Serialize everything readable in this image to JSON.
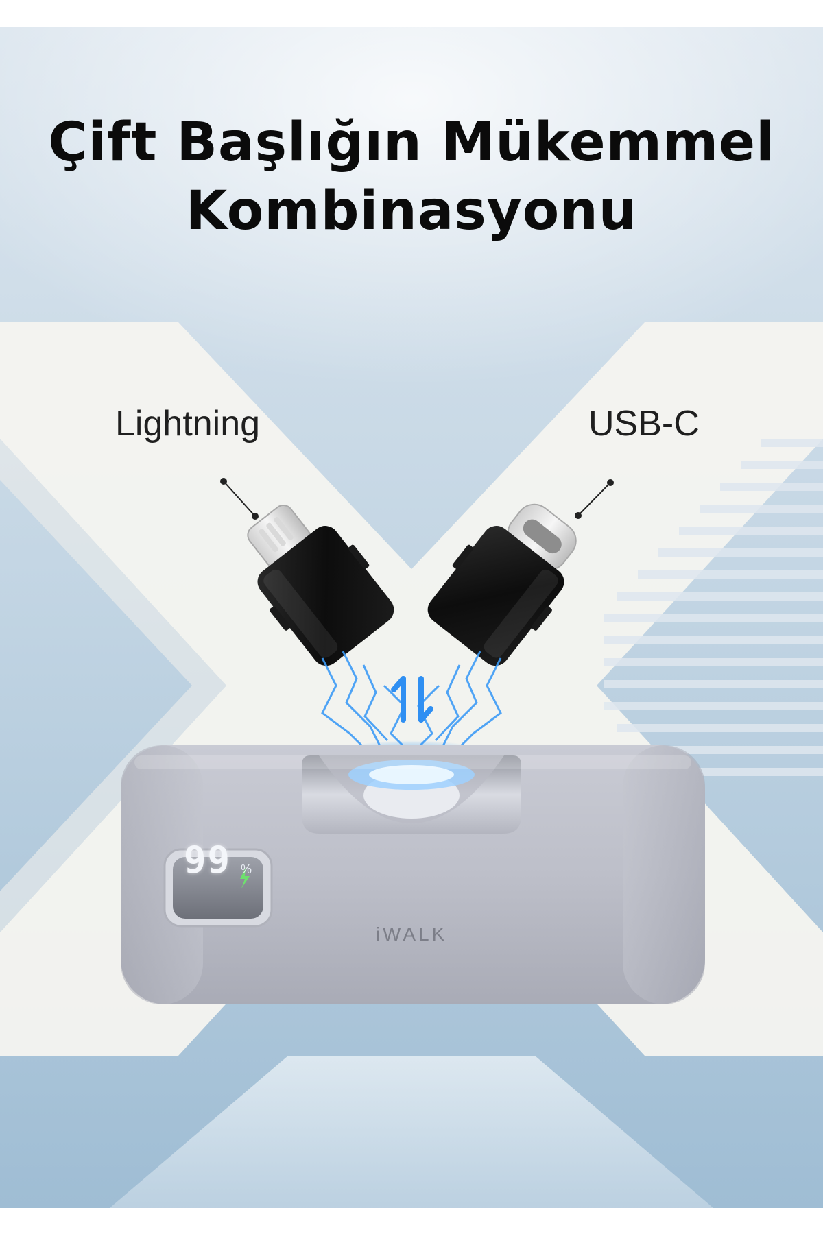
{
  "headline": {
    "line1": "Çift Başlığın Mükemmel",
    "line2": "Kombinasyonu"
  },
  "connectors": {
    "left_label": "Lightning",
    "right_label": "USB-C"
  },
  "device": {
    "display_value": "99",
    "display_unit": "%",
    "brand": "iWALK"
  },
  "icons": {
    "swap": "up-down-arrows-icon",
    "charging": "lightning-bolt-icon"
  },
  "colors": {
    "background_blue": "#a9c3d8",
    "x_shape": "#f3f3ef",
    "device_body": "#c0c2cc",
    "connector": "#141414",
    "energy": "#2d8bf0",
    "headline": "#0b0b0b"
  }
}
